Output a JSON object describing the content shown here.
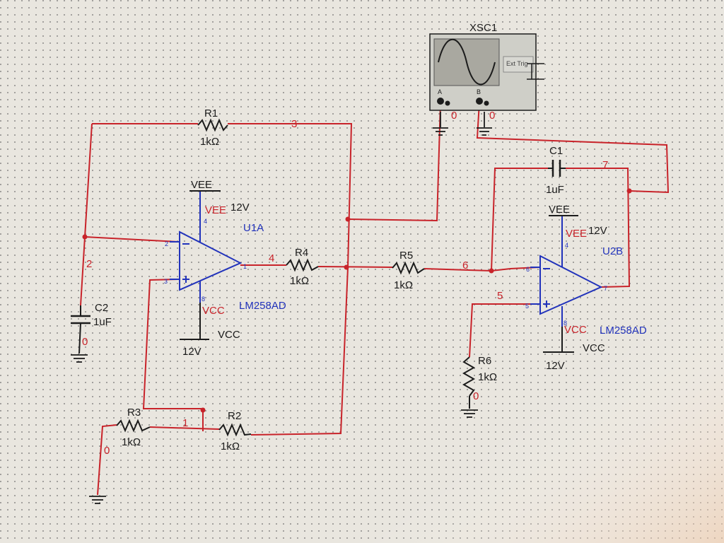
{
  "instrument": {
    "title": "XSC1",
    "ext_trig": "Ext Trig",
    "channel_a": "A",
    "channel_b": "B"
  },
  "components": {
    "R1": {
      "ref": "R1",
      "value": "1kΩ"
    },
    "R2": {
      "ref": "R2",
      "value": "1kΩ"
    },
    "R3": {
      "ref": "R3",
      "value": "1kΩ"
    },
    "R4": {
      "ref": "R4",
      "value": "1kΩ"
    },
    "R5": {
      "ref": "R5",
      "value": "1kΩ"
    },
    "R6": {
      "ref": "R6",
      "value": "1kΩ"
    },
    "C1": {
      "ref": "C1",
      "value": "1uF"
    },
    "C2": {
      "ref": "C2",
      "value": "1uF"
    },
    "U1A": {
      "ref": "U1A",
      "model": "LM258AD",
      "vee_net": "VEE",
      "vee_rail": "VEE",
      "vee_value": "12V",
      "vcc_net": "VCC",
      "vcc_rail": "VCC",
      "vcc_value": "12V",
      "pin_inv": "2",
      "pin_noninv": "3",
      "pin_out": "1",
      "pin_vee": "4",
      "pin_vcc": "8"
    },
    "U2B": {
      "ref": "U2B",
      "model": "LM258AD",
      "vee_net": "VEE",
      "vee_rail": "VEE",
      "vee_value": "12V",
      "vcc_net": "VCC",
      "vcc_rail": "VCC",
      "vcc_value": "12V",
      "pin_inv": "6",
      "pin_noninv": "5",
      "pin_out": "7",
      "pin_vee": "4",
      "pin_vcc": "8"
    }
  },
  "nets": {
    "n0": "0",
    "n1": "1",
    "n2": "2",
    "n3": "3",
    "n4": "4",
    "n5": "5",
    "n6": "6",
    "n7": "7"
  },
  "colors": {
    "wire": "#c8232a",
    "component": "#1c1c1c",
    "opamp": "#2233bb",
    "background": "#e9e6df"
  }
}
